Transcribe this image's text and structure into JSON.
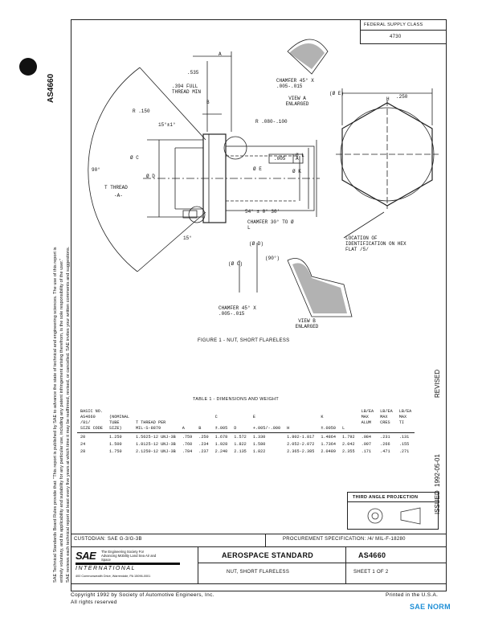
{
  "side_label": "AS4660",
  "sae_disclaimer": {
    "line1": "SAE Technical Standards Board Rules provide that: \"This report is published by SAE to advance the state of technical and engineering sciences. The use of this report is",
    "line2": "entirely voluntary, and its applicability and suitability for any particular use, including any patent infringement arising therefrom, is the sole responsibility of the user.\"",
    "line3": "SAE reviews each technical report at least every five years at which time it may be reaffirmed, revised, or cancelled. SAE invites your written comments and suggestions."
  },
  "fsc": {
    "label": "FEDERAL SUPPLY CLASS",
    "value": "4730"
  },
  "figure": {
    "caption": "FIGURE 1 - NUT, SHORT FLARELESS",
    "labels": {
      "a_dim": ".535",
      "a": "A",
      "b": "B",
      "thread_min": ".394 FULL THREAD MIN",
      "r150": "R .150",
      "angle15a": "15°±1°",
      "r080": "R .080-.100",
      "dia_c": "Ø C",
      "dia_d": "Ø D",
      "dia_e": "Ø E",
      "dia_k": "Ø K",
      "dia_l": "Ø L",
      "fcf_val": ".005",
      "fcf_ref": "A",
      "angle90": "90°",
      "t_thread": "T THREAD",
      "datum_a": "-A-",
      "angle54": "54° ± 0° 30'",
      "chamfer30": "CHAMFER 30° TO Ø L",
      "angle15b": "15°",
      "chamfer45a": "CHAMFER 45° X .005-.015",
      "view_a": "VIEW A ENLARGED",
      "dia_e_ref": "(Ø E)",
      "h": "H",
      "dim250": ".250",
      "loc_id": "LOCATION OF IDENTIFICATION ON HEX FLAT /5/",
      "dia_d_ref": "(Ø D)",
      "dia_c_ref": "(Ø C)",
      "angle90_ref": "(90°)",
      "chamfer45b": "CHAMFER 45° X .005-.015",
      "view_b": "VIEW B ENLARGED"
    }
  },
  "revised_label": "REVISED",
  "table": {
    "title": "TABLE 1 - DIMENSIONS AND WEIGHT",
    "headers_row1": [
      "BASIC NO.",
      "",
      "",
      "",
      "",
      "",
      "",
      "",
      "",
      "",
      "",
      "LB/EA",
      "LB/EA",
      "LB/EA"
    ],
    "headers_row2": [
      "AS4660",
      "(NOMINAL",
      "",
      "",
      "",
      "C",
      "",
      "E",
      "",
      "K",
      "",
      "MAX",
      "MAX",
      "MAX"
    ],
    "headers_row3": [
      "/81/",
      "TUBE",
      "T THREAD PER",
      "",
      "",
      "",
      "",
      "",
      "",
      "",
      "",
      "ALUM",
      "CRES",
      "TI"
    ],
    "headers_row4": [
      "SIZE CODE",
      "SIZE)",
      "MIL-S-8879",
      "A",
      "B",
      "±.005",
      "D",
      "+.005/-.000",
      "H",
      "±.0050",
      "L",
      "",
      "",
      ""
    ],
    "rows": [
      [
        "20",
        "1.250",
        "1.5625-12 UNJ-3B",
        ".759",
        ".250",
        "1.678",
        "1.572",
        "1.330",
        "1.802-1.817",
        "1.4864",
        "1.792",
        ".084",
        ".231",
        ".131"
      ],
      [
        "24",
        "1.500",
        "1.8125-12 UNJ-3B",
        ".760",
        ".234",
        "1.928",
        "1.822",
        "1.580",
        "2.052-2.072",
        "1.7364",
        "2.042",
        ".097",
        ".266",
        ".155"
      ],
      [
        "28",
        "1.750",
        "2.1250-12 UNJ-3B",
        ".784",
        ".237",
        "2.240",
        "2.135",
        "1.822",
        "2.365-2.385",
        "2.0489",
        "2.355",
        ".171",
        ".471",
        ".271"
      ]
    ]
  },
  "projection": {
    "label": "THIRD ANGLE PROJECTION"
  },
  "issued": {
    "label": "ISSUED",
    "date": "1992-05-01"
  },
  "title_block": {
    "custodian": "CUSTODIAN:  SAE G-3/G-3B",
    "procurement": "PROCUREMENT SPECIFICATION:     /4/  MIL-F-18280",
    "sae_logo": "SAE",
    "sae_tagline": "The Engineering Society For Advancing Mobility Land Sea Air and Space",
    "sae_international": "INTERNATIONAL",
    "sae_address": "400 Commonwealth Drive, Warrendale, PA 15096-0001",
    "standard": "AEROSPACE STANDARD",
    "title": "NUT, SHORT FLARELESS",
    "doc_no": "AS4660",
    "sheet": "SHEET 1 OF 2"
  },
  "footer": {
    "copyright": "Copyright 1992 by Society of Automotive Engineers, Inc.",
    "rights": "All rights reserved",
    "printed": "Printed in the U.S.A."
  },
  "watermark": "SAE NORM"
}
